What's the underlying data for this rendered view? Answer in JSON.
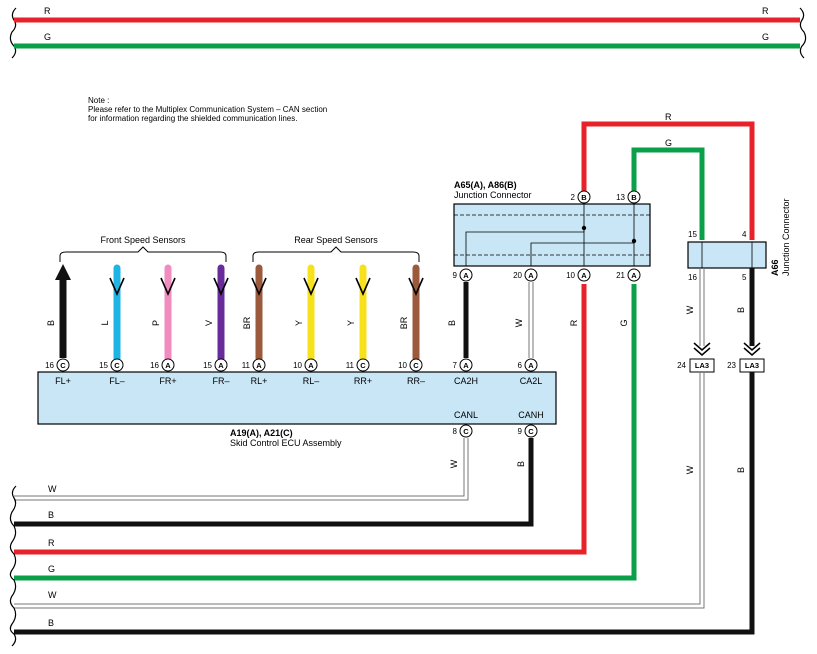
{
  "top_wires": {
    "r_label": "R",
    "g_label": "G"
  },
  "note": {
    "line1": "Note :",
    "line2": "Please refer to the Multiplex Communication System – CAN section",
    "line3": "for information regarding the shielded communication lines."
  },
  "sensors": {
    "front_title": "Front Speed Sensors",
    "rear_title": "Rear Speed Sensors",
    "wires": [
      {
        "color": "B",
        "pin": "16",
        "conn": "C",
        "term": "FL+",
        "hex": "#111111"
      },
      {
        "color": "L",
        "pin": "15",
        "conn": "C",
        "term": "FL–",
        "hex": "#1fb4e6"
      },
      {
        "color": "P",
        "pin": "16",
        "conn": "A",
        "term": "FR+",
        "hex": "#f28cc0"
      },
      {
        "color": "V",
        "pin": "15",
        "conn": "A",
        "term": "FR–",
        "hex": "#6a2b9a"
      },
      {
        "color": "BR",
        "pin": "11",
        "conn": "A",
        "term": "RL+",
        "hex": "#9b5a3c"
      },
      {
        "color": "Y",
        "pin": "10",
        "conn": "A",
        "term": "RL–",
        "hex": "#f7e11a"
      },
      {
        "color": "Y",
        "pin": "11",
        "conn": "C",
        "term": "RR+",
        "hex": "#f7e11a"
      },
      {
        "color": "BR",
        "pin": "10",
        "conn": "C",
        "term": "RR–",
        "hex": "#9b5a3c"
      }
    ]
  },
  "ecu": {
    "name_code": "A19(A), A21(C)",
    "name": "Skid Control ECU Assembly",
    "ca2h": {
      "term": "CA2H",
      "pin": "7",
      "conn": "A",
      "color": "B"
    },
    "ca2l": {
      "term": "CA2L",
      "pin": "6",
      "conn": "A",
      "color": "W"
    },
    "canl": {
      "term": "CANL",
      "pin": "8",
      "conn": "C",
      "color": "W"
    },
    "canh": {
      "term": "CANH",
      "pin": "9",
      "conn": "C",
      "color": "B"
    }
  },
  "junction_a65": {
    "code": "A65(A), A86(B)",
    "name": "Junction Connector",
    "top_pins": [
      {
        "pin": "2",
        "conn": "B"
      },
      {
        "pin": "13",
        "conn": "B"
      }
    ],
    "bottom_pins": [
      {
        "pin": "9",
        "conn": "A"
      },
      {
        "pin": "20",
        "conn": "A"
      },
      {
        "pin": "10",
        "conn": "A"
      },
      {
        "pin": "21",
        "conn": "A"
      }
    ],
    "r_label": "R",
    "g_label": "G"
  },
  "junction_a66": {
    "code": "A66",
    "name": "Junction Connector",
    "pin15": "15",
    "pin4": "4",
    "pin16": "16",
    "pin5": "5",
    "w_label": "W",
    "b_label": "B"
  },
  "la3": {
    "left": {
      "pin": "24",
      "conn": "LA3"
    },
    "right": {
      "pin": "23",
      "conn": "LA3"
    },
    "w_label": "W",
    "b_label": "B"
  },
  "bottom_wires": [
    "W",
    "B",
    "R",
    "G",
    "W",
    "B"
  ],
  "colors": {
    "red": "#e8222a",
    "green": "#0aa04a",
    "black": "#111111",
    "white_wire": "#888888",
    "box_fill": "#c8e6f5"
  }
}
